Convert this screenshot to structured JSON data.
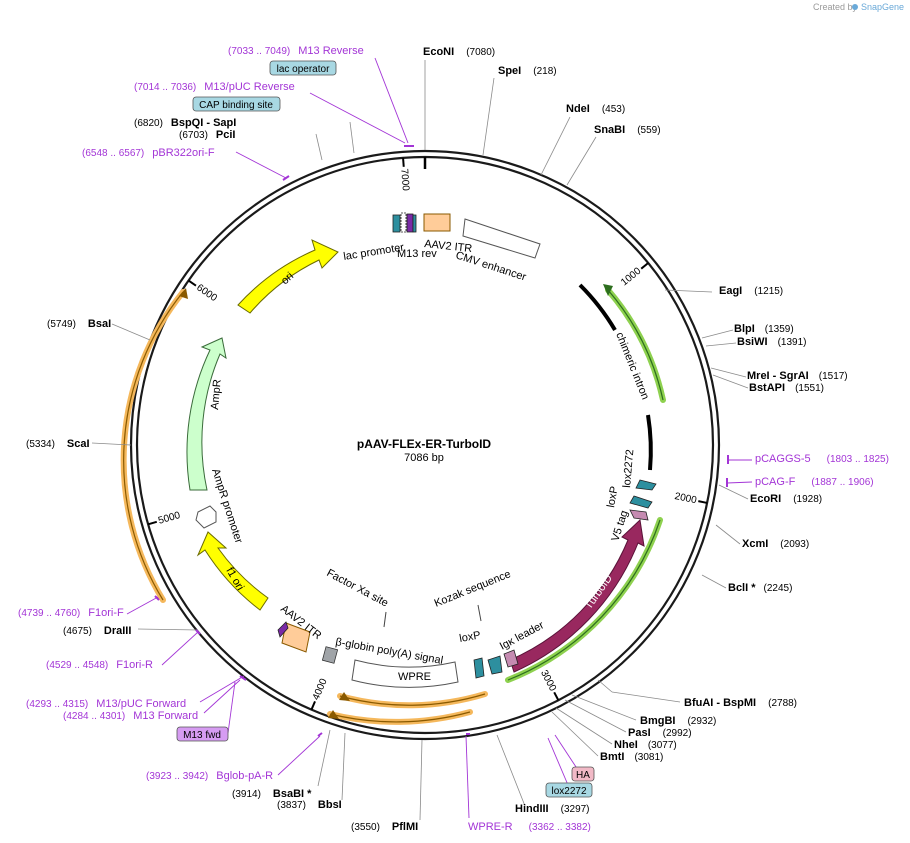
{
  "credit": {
    "prefix": "Created by",
    "brand": "SnapGene"
  },
  "plasmid": {
    "name": "pAAV-FLEx-ER-TurboID",
    "size": "7086 bp",
    "length": 7086
  },
  "ticks": [
    {
      "pos": 1000,
      "label": "1000"
    },
    {
      "pos": 2000,
      "label": "2000"
    },
    {
      "pos": 3000,
      "label": "3000"
    },
    {
      "pos": 4000,
      "label": "4000"
    },
    {
      "pos": 5000,
      "label": "5000"
    },
    {
      "pos": 6000,
      "label": "6000"
    },
    {
      "pos": 7000,
      "label": "7000"
    }
  ],
  "sites": [
    {
      "name": "EcoNI",
      "pos": "(7080)",
      "bp": 7080
    },
    {
      "name": "SpeI",
      "pos": "(218)",
      "bp": 218
    },
    {
      "name": "NdeI",
      "pos": "(453)",
      "bp": 453
    },
    {
      "name": "SnaBI",
      "pos": "(559)",
      "bp": 559
    },
    {
      "name": "EagI",
      "pos": "(1215)",
      "bp": 1215
    },
    {
      "name": "BlpI",
      "pos": "(1359)",
      "bp": 1359
    },
    {
      "name": "BsiWI",
      "pos": "(1391)",
      "bp": 1391
    },
    {
      "name": "MreI - SgrAI",
      "pos": "(1517)",
      "bp": 1517
    },
    {
      "name": "BstAPI",
      "pos": "(1551)",
      "bp": 1551
    },
    {
      "name": "EcoRI",
      "pos": "(1928)",
      "bp": 1928
    },
    {
      "name": "XcmI",
      "pos": "(2093)",
      "bp": 2093
    },
    {
      "name": "BclI *",
      "pos": "(2245)",
      "bp": 2245
    },
    {
      "name": "BfuAI - BspMI",
      "pos": "(2788)",
      "bp": 2788
    },
    {
      "name": "BmgBI",
      "pos": "(2932)",
      "bp": 2932
    },
    {
      "name": "PasI",
      "pos": "(2992)",
      "bp": 2992
    },
    {
      "name": "NheI",
      "pos": "(3077)",
      "bp": 3077
    },
    {
      "name": "BmtI",
      "pos": "(3081)",
      "bp": 3081
    },
    {
      "name": "HindIII",
      "pos": "(3297)",
      "bp": 3297
    },
    {
      "name": "PflMI",
      "pos": "(3550)",
      "bp": 3550
    },
    {
      "name": "BbsI",
      "pos": "(3837)",
      "bp": 3837
    },
    {
      "name": "BsaBI *",
      "pos": "(3914)",
      "bp": 3914
    },
    {
      "name": "DraIII",
      "pos": "(4675)",
      "bp": 4675
    },
    {
      "name": "ScaI",
      "pos": "(5334)",
      "bp": 5334
    },
    {
      "name": "BsaI",
      "pos": "(5749)",
      "bp": 5749
    },
    {
      "name": "PciI",
      "pos": "(6703)",
      "bp": 6703
    },
    {
      "name": "BspQI - SapI",
      "pos": "(6820)",
      "bp": 6820
    }
  ],
  "primers": [
    {
      "name": "M13 Reverse",
      "pos": "(7033 .. 7049)"
    },
    {
      "name": "M13/pUC Reverse",
      "pos": "(7014 .. 7036)"
    },
    {
      "name": "pBR322ori-F",
      "pos": "(6548 .. 6567)"
    },
    {
      "name": "pCAGGS-5",
      "pos": "(1803 .. 1825)"
    },
    {
      "name": "pCAG-F",
      "pos": "(1887 .. 1906)"
    },
    {
      "name": "WPRE-R",
      "pos": "(3362 .. 3382)"
    },
    {
      "name": "Bglob-pA-R",
      "pos": "(3923 .. 3942)"
    },
    {
      "name": "M13 Forward",
      "pos": "(4284 .. 4301)"
    },
    {
      "name": "M13/pUC Forward",
      "pos": "(4293 .. 4315)"
    },
    {
      "name": "F1ori-R",
      "pos": "(4529 .. 4548)"
    },
    {
      "name": "F1ori-F",
      "pos": "(4739 .. 4760)"
    }
  ],
  "boxes": {
    "lac_operator": "lac operator",
    "cap_site": "CAP binding site",
    "ha": "HA",
    "lox2272": "lox2272",
    "m13_fwd": "M13 fwd"
  },
  "features": {
    "lac_promoter": "lac promoter",
    "m13_rev": "M13 rev",
    "aav2_itr_top": "AAV2 ITR",
    "cmv_enhancer": "CMV enhancer",
    "chimeric_intron": "chimeric intron",
    "lox2272": "lox2272",
    "loxp_top": "loxP",
    "v5_tag": "V5 tag",
    "turboid": "TurboID",
    "kozak": "Kozak sequence",
    "factor_xa": "Factor Xa site",
    "igk_leader": "Igκ leader",
    "loxp_bottom": "loxP",
    "bglobin": "β-globin poly(A) signal",
    "wpre": "WPRE",
    "aav2_itr_bottom": "AAV2 ITR",
    "f1_ori": "f1 ori",
    "ampr_promoter": "AmpR promoter",
    "ampr": "AmpR",
    "ori": "ori"
  },
  "colors": {
    "backbone": "#1a1a1a",
    "primer": "#a335d6",
    "ori": "#ffff00",
    "ampr": "#ccffcc",
    "turboid": "#99285f",
    "itr": "#ffcc99",
    "orange_glow": "#f5b85c",
    "green_glow": "#8ed14f",
    "blue_box": "#a8d8e3",
    "pink_box": "#f1b9c6",
    "purple_box": "#d69cf2",
    "teal": "#2d8f9f"
  }
}
